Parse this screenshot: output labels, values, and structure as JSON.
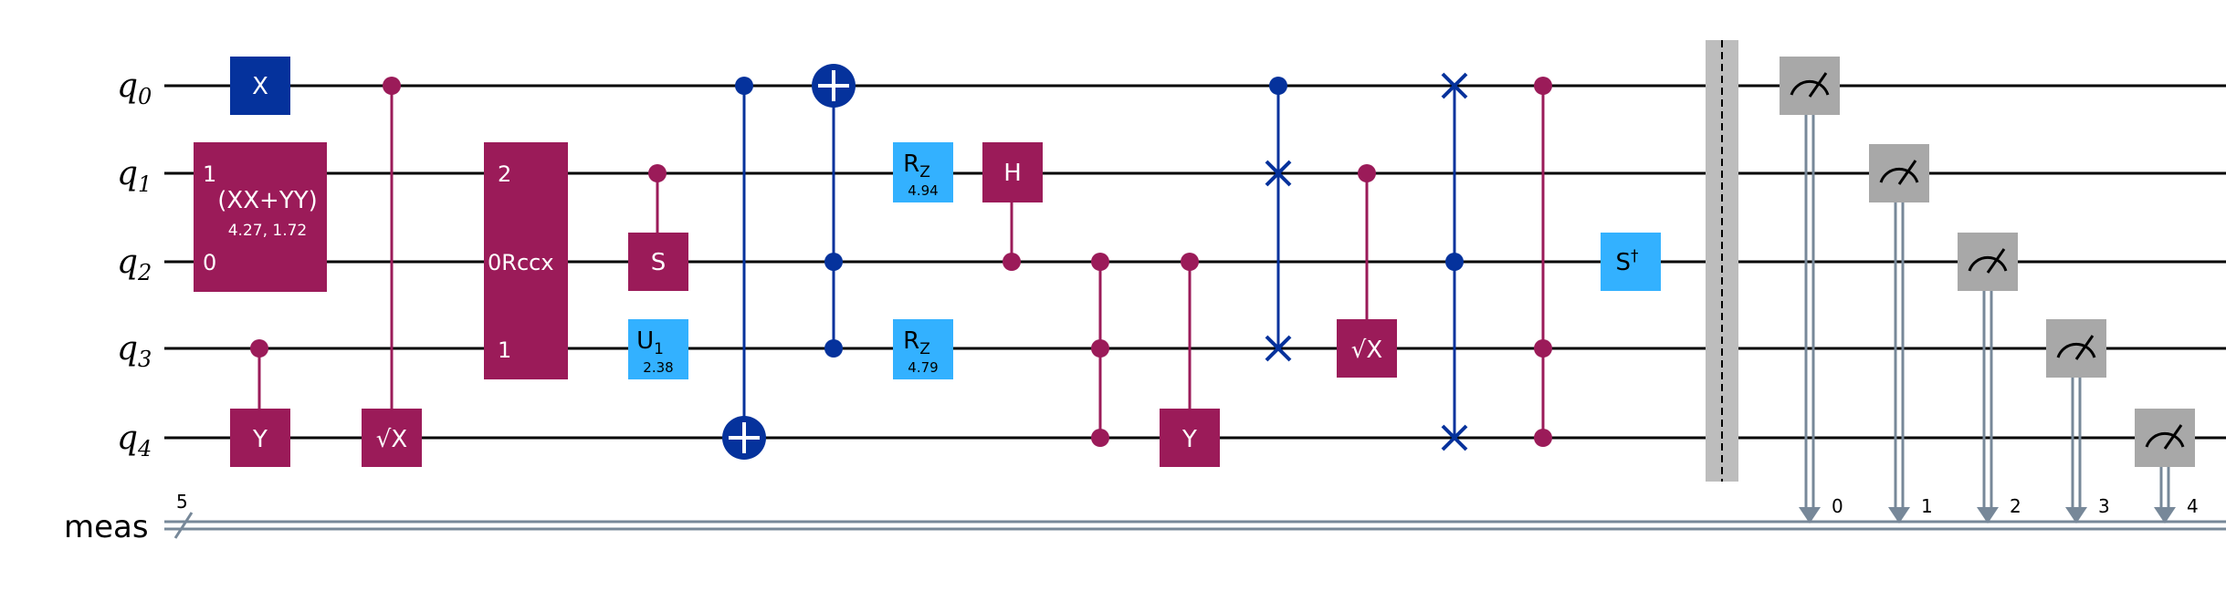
{
  "colors": {
    "pauli": "#05329c",
    "multi": "#9b1b59",
    "rot": "#33b1ff",
    "measure": "#a8a8a8",
    "classical": "#778899",
    "barrier": "#bdbdbd"
  },
  "qubit_labels": [
    {
      "base": "q",
      "sub": "0"
    },
    {
      "base": "q",
      "sub": "1"
    },
    {
      "base": "q",
      "sub": "2"
    },
    {
      "base": "q",
      "sub": "3"
    },
    {
      "base": "q",
      "sub": "4"
    }
  ],
  "classical_register": {
    "label": "meas",
    "size": "5"
  },
  "gates": {
    "x_q0": "X",
    "xxyy": {
      "label": "(XX+YY)",
      "params": "4.27, 1.72",
      "pin_top": "1",
      "pin_bottom": "0"
    },
    "y_q4": "Y",
    "sx_q4": "√X",
    "rccx": {
      "label": "0Rccx",
      "pin_q1": "2",
      "pin_q3": "1"
    },
    "s_q2": "S",
    "u1": {
      "label": "U",
      "sub": "1",
      "param": "2.38"
    },
    "rz_q1": {
      "label": "R",
      "sub": "Z",
      "param": "4.94"
    },
    "rz_q3": {
      "label": "R",
      "sub": "Z",
      "param": "4.79"
    },
    "h_q1": "H",
    "y_q4_b": "Y",
    "sx_q3": "√X",
    "sdg": {
      "label": "S",
      "sup": "†"
    }
  },
  "measure_bits": [
    "0",
    "1",
    "2",
    "3",
    "4"
  ]
}
